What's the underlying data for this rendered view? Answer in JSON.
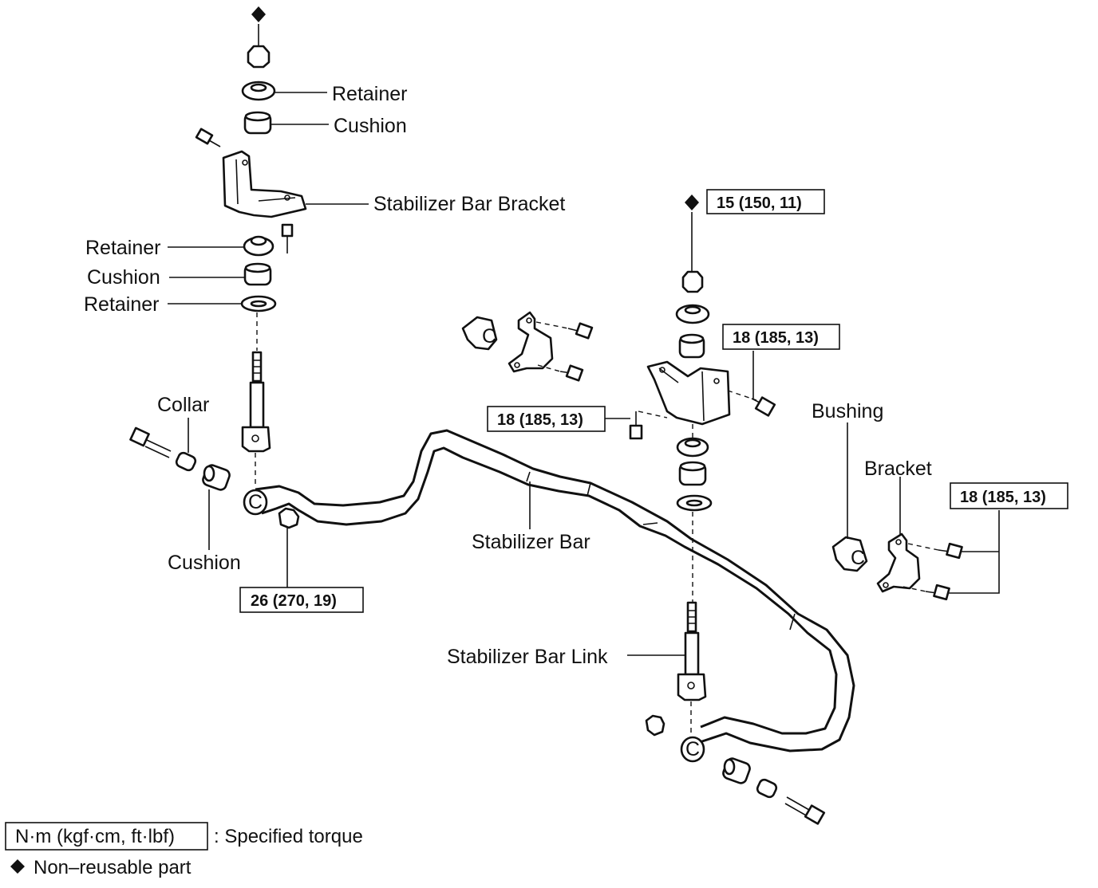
{
  "parts": {
    "retainer_top": "Retainer",
    "cushion_top": "Cushion",
    "stabilizer_bar_bracket": "Stabilizer Bar Bracket",
    "retainer_mid": "Retainer",
    "cushion_mid": "Cushion",
    "retainer_low": "Retainer",
    "collar": "Collar",
    "cushion_left": "Cushion",
    "stabilizer_bar": "Stabilizer Bar",
    "bushing": "Bushing",
    "bracket": "Bracket",
    "stabilizer_bar_link": "Stabilizer Bar Link"
  },
  "torques": {
    "t_top_right": "15 (150, 11)",
    "t_bracket_bolt": "18 (185, 13)",
    "t_mid": "18 (185, 13)",
    "t_right_bracket": "18 (185, 13)",
    "t_left_nut": "26 (270, 19)"
  },
  "legend": {
    "unit_box": "N·m (kgf·cm, ft·lbf)",
    "unit_desc": ": Specified torque",
    "non_reusable": "Non–reusable part"
  }
}
